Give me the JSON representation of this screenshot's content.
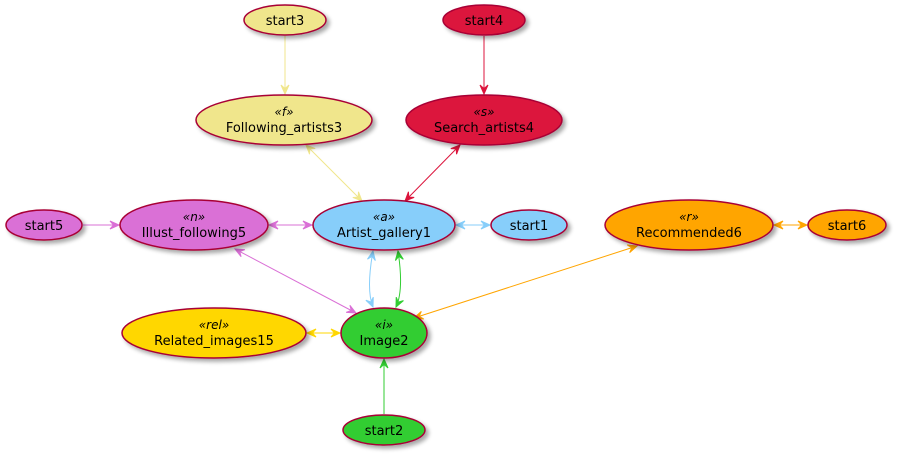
{
  "nodes": [
    {
      "id": "start3",
      "label": "start3",
      "stereotype": "",
      "fill": "#F0E68C"
    },
    {
      "id": "start4",
      "label": "start4",
      "stereotype": "",
      "fill": "#DC143C"
    },
    {
      "id": "following_artists3",
      "label": "Following_artists3",
      "stereotype": "«f»",
      "fill": "#F0E68C"
    },
    {
      "id": "search_artists4",
      "label": "Search_artists4",
      "stereotype": "«s»",
      "fill": "#DC143C"
    },
    {
      "id": "start5",
      "label": "start5",
      "stereotype": "",
      "fill": "#DA70D6"
    },
    {
      "id": "illust_following5",
      "label": "Illust_following5",
      "stereotype": "«n»",
      "fill": "#DA70D6"
    },
    {
      "id": "artist_gallery1",
      "label": "Artist_gallery1",
      "stereotype": "«a»",
      "fill": "#87CEFA"
    },
    {
      "id": "start1",
      "label": "start1",
      "stereotype": "",
      "fill": "#87CEFA"
    },
    {
      "id": "recommended6",
      "label": "Recommended6",
      "stereotype": "«r»",
      "fill": "#FFA500"
    },
    {
      "id": "start6",
      "label": "start6",
      "stereotype": "",
      "fill": "#FFA500"
    },
    {
      "id": "related_images15",
      "label": "Related_images15",
      "stereotype": "«rel»",
      "fill": "#FFD700"
    },
    {
      "id": "image2",
      "label": "Image2",
      "stereotype": "«i»",
      "fill": "#32CD32"
    },
    {
      "id": "start2",
      "label": "start2",
      "stereotype": "",
      "fill": "#32CD32"
    }
  ],
  "edges": [
    {
      "id": "start3-following",
      "from": "start3",
      "to": "following_artists3",
      "color": "#F0E68C",
      "bidirectional": false
    },
    {
      "id": "start4-search",
      "from": "start4",
      "to": "search_artists4",
      "color": "#DC143C",
      "bidirectional": false
    },
    {
      "id": "following-gallery",
      "from": "following_artists3",
      "to": "artist_gallery1",
      "color": "#F0E68C",
      "bidirectional": true
    },
    {
      "id": "search-gallery",
      "from": "search_artists4",
      "to": "artist_gallery1",
      "color": "#DC143C",
      "bidirectional": true
    },
    {
      "id": "start5-illust",
      "from": "start5",
      "to": "illust_following5",
      "color": "#DA70D6",
      "bidirectional": false
    },
    {
      "id": "illust-gallery",
      "from": "illust_following5",
      "to": "artist_gallery1",
      "color": "#DA70D6",
      "bidirectional": true
    },
    {
      "id": "gallery-start1",
      "from": "artist_gallery1",
      "to": "start1",
      "color": "#87CEFA",
      "bidirectional": true
    },
    {
      "id": "recommended-start6",
      "from": "recommended6",
      "to": "start6",
      "color": "#FFA500",
      "bidirectional": true
    },
    {
      "id": "illust-image",
      "from": "illust_following5",
      "to": "image2",
      "color": "#DA70D6",
      "bidirectional": true
    },
    {
      "id": "gallery-image-blue",
      "from": "artist_gallery1",
      "to": "image2",
      "color": "#87CEFA",
      "bidirectional": true
    },
    {
      "id": "gallery-image-green",
      "from": "artist_gallery1",
      "to": "image2",
      "color": "#32CD32",
      "bidirectional": true
    },
    {
      "id": "recommended-image",
      "from": "recommended6",
      "to": "image2",
      "color": "#FFA500",
      "bidirectional": true
    },
    {
      "id": "related-image",
      "from": "related_images15",
      "to": "image2",
      "color": "#FFD700",
      "bidirectional": true
    },
    {
      "id": "start2-image",
      "from": "start2",
      "to": "image2",
      "color": "#32CD32",
      "bidirectional": false
    }
  ],
  "node_border_color": "#A80036"
}
